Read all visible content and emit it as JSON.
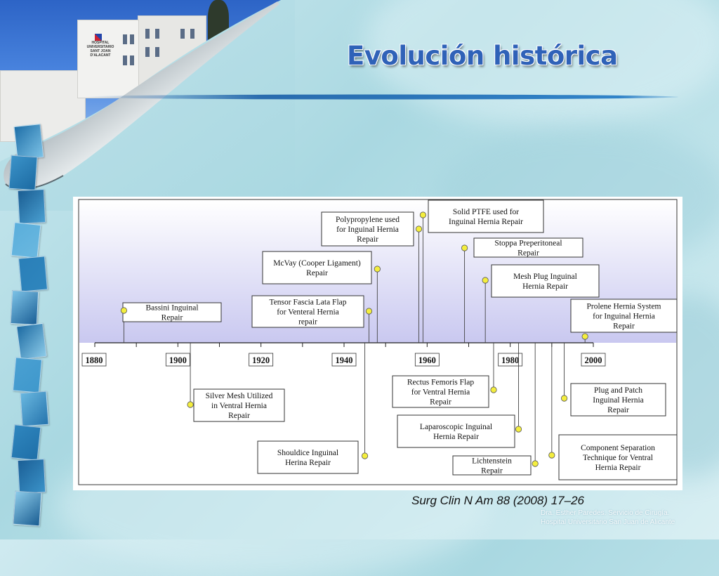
{
  "slide": {
    "title": "Evolución histórica",
    "citation": "Surg Clin N Am 88 (2008) 17–26",
    "credit_line1": "Dra. Esther Paredes. Servicio de Cirugía.",
    "credit_line2": "Hospital Universitario San Juan de Alicante",
    "photo_sign": "HOSPITAL UNIVERSITARIO SANT JOAN D'ALACANT"
  },
  "colors": {
    "title": "#2f62b8",
    "marker": "#f4ee3e",
    "band_top": "#ffffff",
    "band_bottom": "#c9c8f0"
  },
  "timeline": {
    "start_year": 1880,
    "end_year": 2000,
    "axis_labels": [
      "1880",
      "1900",
      "1920",
      "1940",
      "1960",
      "1980",
      "2000"
    ],
    "events": [
      {
        "text": "Bassini Inguinal Repair",
        "year": 1887,
        "side": "above"
      },
      {
        "text": "Silver Mesh Utilized in Ventral Hernia Repair",
        "year": 1903,
        "side": "below"
      },
      {
        "text": "Shouldice Inguinal Herina Repair",
        "year": 1945,
        "side": "below"
      },
      {
        "text": "Tensor Fascia Lata Flap for Venteral Hernia repair",
        "year": 1946,
        "side": "above"
      },
      {
        "text": "McVay (Cooper Ligament) Repair",
        "year": 1948,
        "side": "above"
      },
      {
        "text": "Polypropylene used for Inguinal Hernia Repair",
        "year": 1958,
        "side": "above"
      },
      {
        "text": "Solid PTFE used for Inguinal Hernia Repair",
        "year": 1959,
        "side": "above"
      },
      {
        "text": "Stoppa Preperitoneal Repair",
        "year": 1969,
        "side": "above"
      },
      {
        "text": "Mesh Plug Inguinal Hernia Repair",
        "year": 1974,
        "side": "above"
      },
      {
        "text": "Rectus Femoris Flap for Ventral Hernia Repair",
        "year": 1976,
        "side": "below"
      },
      {
        "text": "Laparoscopic Inguinal Hernia Repair",
        "year": 1982,
        "side": "below"
      },
      {
        "text": "Lichtenstein Repair",
        "year": 1986,
        "side": "below"
      },
      {
        "text": "Component Separation Technique for Ventral Hernia Repair",
        "year": 1990,
        "side": "below"
      },
      {
        "text": "Plug and Patch Inguinal Hernia Repair",
        "year": 1993,
        "side": "below"
      },
      {
        "text": "Prolene Hernia System for Inguinal Hernia Repair",
        "year": 1998,
        "side": "above"
      }
    ]
  }
}
